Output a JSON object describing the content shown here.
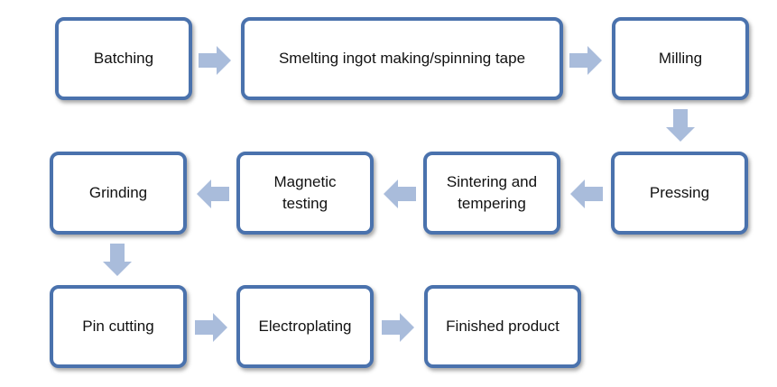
{
  "diagram": {
    "steps": {
      "batching": "Batching",
      "smelting": "Smelting ingot making/spinning tape",
      "milling": "Milling",
      "pressing": "Pressing",
      "sintering": "Sintering and\ntempering",
      "magnetic": "Magnetic\ntesting",
      "grinding": "Grinding",
      "pin_cutting": "Pin cutting",
      "electroplating": "Electroplating",
      "finished": "Finished product"
    },
    "colors": {
      "box_border": "#4a72ad",
      "box_fill": "#ffffff",
      "arrow_fill": "#a9bcdb"
    }
  }
}
